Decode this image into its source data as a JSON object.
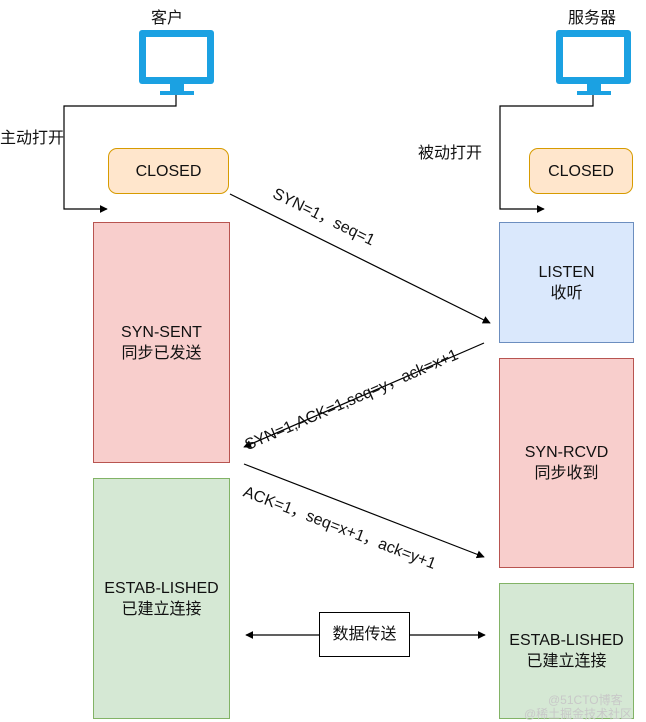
{
  "client": {
    "title": "客户",
    "action": "主动打开",
    "state_closed": "CLOSED",
    "syn_sent": [
      "SYN-SENT",
      "同步已发送"
    ],
    "established": [
      "ESTAB-LISHED",
      "已建立连接"
    ]
  },
  "server": {
    "title": "服务器",
    "action": "被动打开",
    "state_closed": "CLOSED",
    "listen": [
      "LISTEN",
      "收听"
    ],
    "syn_rcvd": [
      "SYN-RCVD",
      "同步收到"
    ],
    "established": [
      "ESTAB-LISHED",
      "已建立连接"
    ]
  },
  "messages": {
    "syn": "SYN=1，seq=1",
    "syn_ack": "SYN=1,ACK=1,seq=y，ack=x+1",
    "ack": "ACK=1，seq=x+1，ack=y+1"
  },
  "data_transfer": "数据传送",
  "watermarks": [
    "@51CTO博客",
    "@稀土掘金技术社区"
  ],
  "colors": {
    "monitor": "#1ba1e2",
    "closed_fill": "#ffe6cc",
    "closed_border": "#d79b00",
    "red_fill": "#f8cecc",
    "red_border": "#b85450",
    "green_fill": "#d5e8d4",
    "green_border": "#82b366",
    "blue_fill": "#dae8fc",
    "blue_border": "#6c8ebf"
  },
  "icons": {
    "client_computer": "monitor-icon",
    "server_computer": "monitor-icon"
  }
}
